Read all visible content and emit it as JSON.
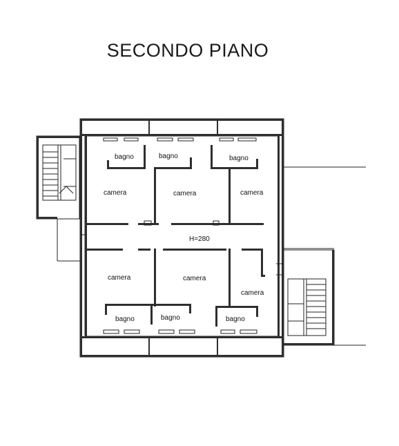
{
  "title": "SECONDO PIANO",
  "height_label": "H=280",
  "rooms": {
    "bagno_top_left": "bagno",
    "bagno_top_mid": "bagno",
    "bagno_top_right": "bagno",
    "camera_top_left": "camera",
    "camera_top_mid": "camera",
    "camera_top_right": "camera",
    "camera_bot_left": "camera",
    "camera_bot_mid": "camera",
    "camera_bot_right": "camera",
    "bagno_bot_left": "bagno",
    "bagno_bot_mid": "bagno",
    "bagno_bot_right": "bagno"
  }
}
